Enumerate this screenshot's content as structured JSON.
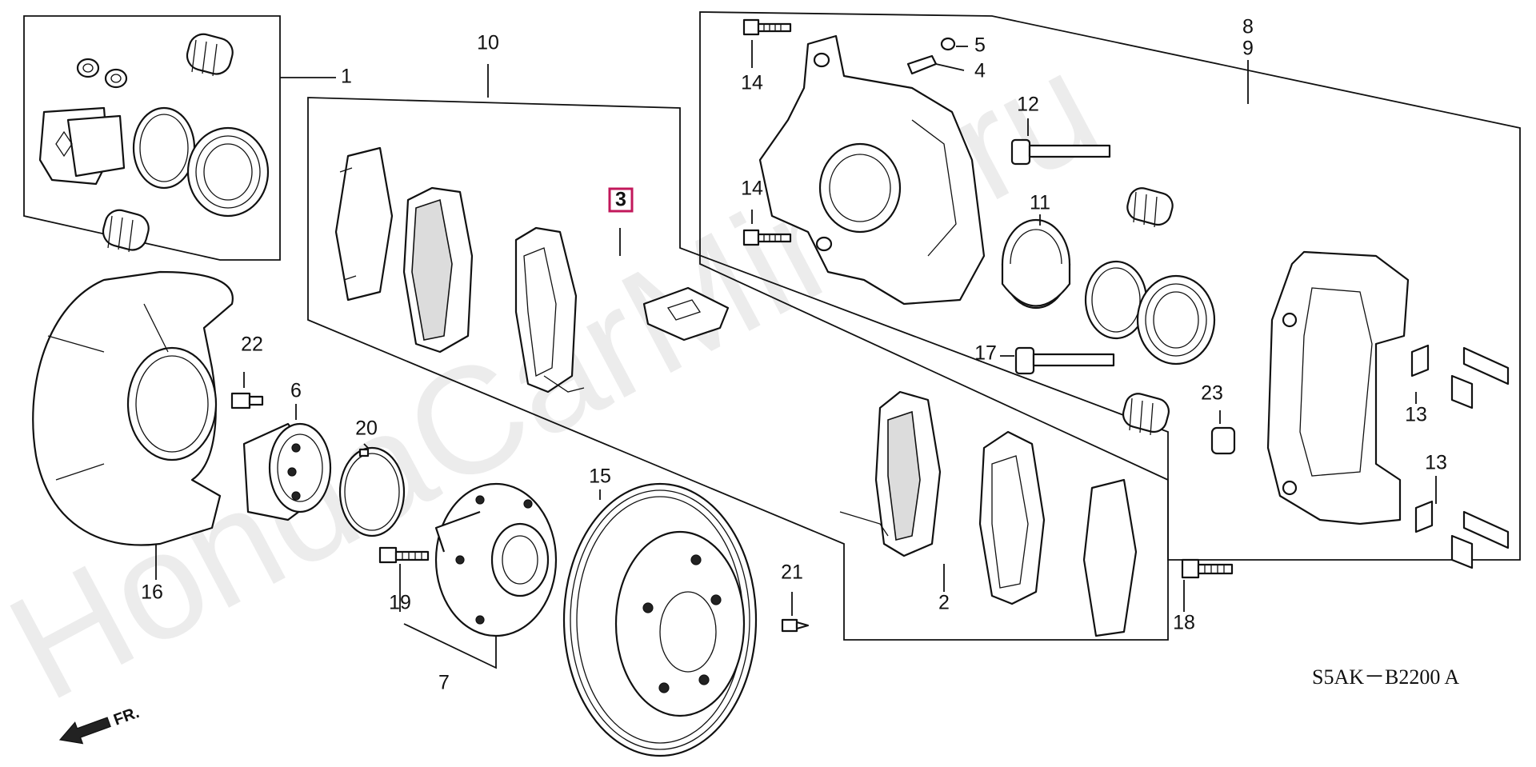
{
  "diagram_code": "S5AK－B2200 A",
  "direction_label": "FR.",
  "watermark": "HondaCarMine.ru",
  "highlight_color": "#c2185b",
  "callouts": {
    "c1": "1",
    "c2": "2",
    "c3": "3",
    "c4": "4",
    "c5": "5",
    "c6": "6",
    "c7": "7",
    "c8": "8",
    "c9": "9",
    "c10": "10",
    "c11": "11",
    "c12": "12",
    "c13a": "13",
    "c13b": "13",
    "c14a": "14",
    "c14b": "14",
    "c15": "15",
    "c16": "16",
    "c17": "17",
    "c18": "18",
    "c19": "19",
    "c20": "20",
    "c21": "21",
    "c22": "22",
    "c23": "23"
  },
  "selected_callout": "3"
}
